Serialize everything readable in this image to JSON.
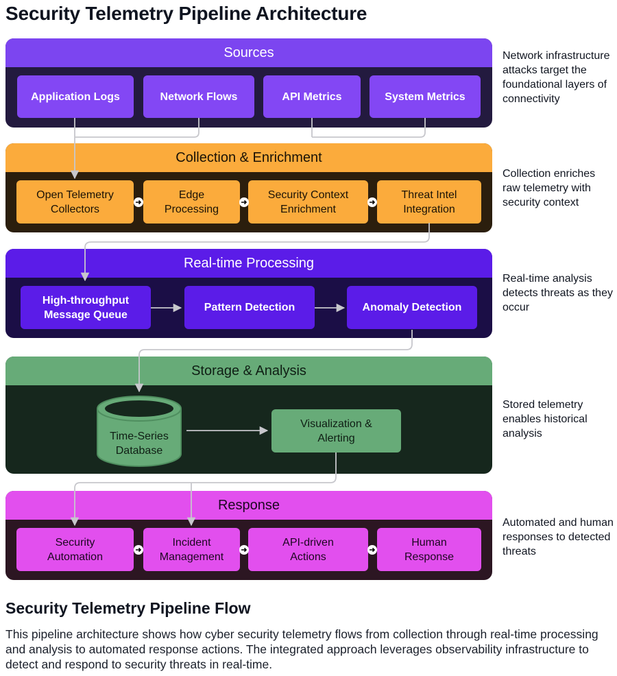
{
  "title": "Security Telemetry Pipeline Architecture",
  "layers": {
    "sources": {
      "label": "Sources",
      "nodes": [
        "Application Logs",
        "Network Flows",
        "API Metrics",
        "System Metrics"
      ],
      "annotation": "Network infrastructure attacks target the foundational layers of connectivity",
      "colors": {
        "header": "#7c45f0",
        "body": "#231a3f",
        "node": "#8347f4"
      }
    },
    "collection": {
      "label": "Collection & Enrichment",
      "nodes": [
        "Open Telemetry\nCollectors",
        "Edge\nProcessing",
        "Security Context\nEnrichment",
        "Threat Intel\nIntegration"
      ],
      "annotation": "Collection enriches raw telemetry with security context",
      "colors": {
        "header": "#fbab3c",
        "body": "#2b1e0d",
        "node": "#fbab3c"
      }
    },
    "realtime": {
      "label": "Real-time Processing",
      "nodes": [
        "High-throughput\nMessage Queue",
        "Pattern Detection",
        "Anomaly Detection"
      ],
      "annotation": "Real-time analysis detects threats as they occur",
      "colors": {
        "header": "#5b1ce8",
        "body": "#1b0e46",
        "node": "#5b1ce8"
      }
    },
    "storage": {
      "label": "Storage & Analysis",
      "nodes": [
        "Time-Series\nDatabase",
        "Visualization &\nAlerting"
      ],
      "annotation": "Stored telemetry enables historical analysis",
      "colors": {
        "header": "#67ab78",
        "body": "#16271d",
        "node": "#67ab78"
      }
    },
    "response": {
      "label": "Response",
      "nodes": [
        "Security\nAutomation",
        "Incident\nManagement",
        "API-driven\nActions",
        "Human\nResponse"
      ],
      "annotation": "Automated and human responses to detected threats",
      "colors": {
        "header": "#e24fee",
        "body": "#2c1622",
        "node": "#e24fee"
      }
    }
  },
  "flow": {
    "heading": "Security Telemetry Pipeline Flow",
    "description": "This pipeline architecture shows how cyber security telemetry flows from collection through real-time processing and analysis to automated response actions. The integrated approach leverages observability infrastructure to detect and respond to security threats in real-time."
  }
}
